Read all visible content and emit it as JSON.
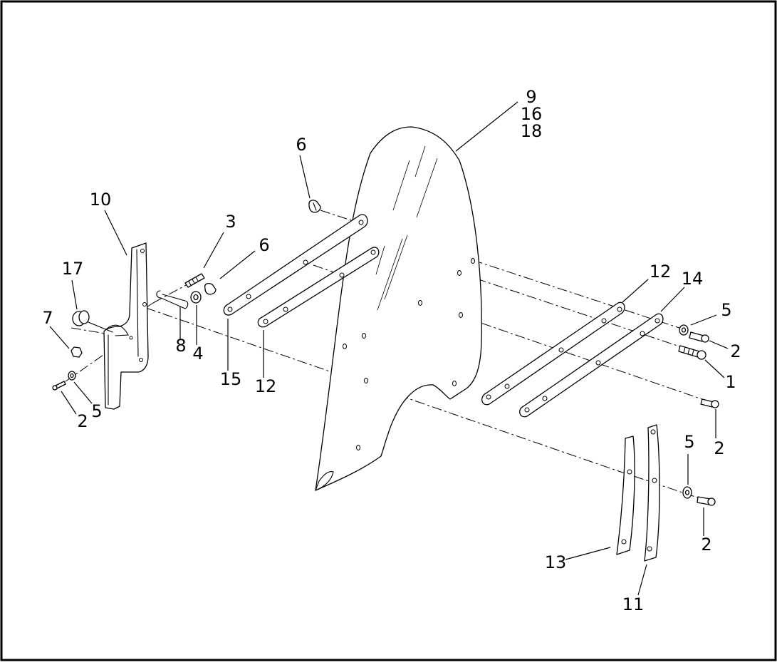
{
  "diagram": {
    "callouts": [
      {
        "id": "c9",
        "label": "9"
      },
      {
        "id": "c16",
        "label": "16"
      },
      {
        "id": "c18",
        "label": "18"
      },
      {
        "id": "c6a",
        "label": "6"
      },
      {
        "id": "c10",
        "label": "10"
      },
      {
        "id": "c3",
        "label": "3"
      },
      {
        "id": "c6b",
        "label": "6"
      },
      {
        "id": "c17",
        "label": "17"
      },
      {
        "id": "c7",
        "label": "7"
      },
      {
        "id": "c8",
        "label": "8"
      },
      {
        "id": "c4",
        "label": "4"
      },
      {
        "id": "c15",
        "label": "15"
      },
      {
        "id": "c12a",
        "label": "12"
      },
      {
        "id": "c2a",
        "label": "2"
      },
      {
        "id": "c5a",
        "label": "5"
      },
      {
        "id": "c12b",
        "label": "12"
      },
      {
        "id": "c14",
        "label": "14"
      },
      {
        "id": "c5b",
        "label": "5"
      },
      {
        "id": "c2b",
        "label": "2"
      },
      {
        "id": "c1",
        "label": "1"
      },
      {
        "id": "c2c",
        "label": "2"
      },
      {
        "id": "c5c",
        "label": "5"
      },
      {
        "id": "c2d",
        "label": "2"
      },
      {
        "id": "c13",
        "label": "13"
      },
      {
        "id": "c11",
        "label": "11"
      }
    ]
  }
}
